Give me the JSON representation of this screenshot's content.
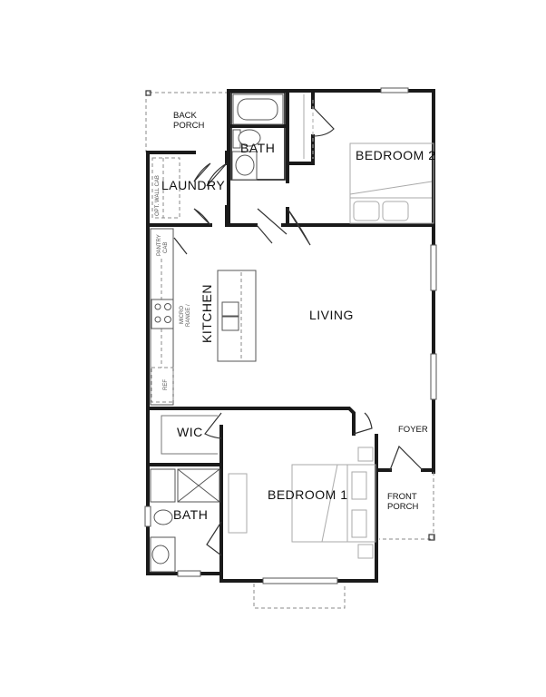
{
  "plan": {
    "rooms": {
      "back_porch": [
        "BACK",
        "PORCH"
      ],
      "bath_upper": "BATH",
      "bedroom_2": "BEDROOM 2",
      "laundry": "LAUNDRY",
      "kitchen": "KITCHEN",
      "living": "LIVING",
      "wic": "WIC",
      "bedroom_1": "BEDROOM 1",
      "bath_lower": "BATH",
      "foyer": "FOYER",
      "front_porch": [
        "FRONT",
        "PORCH"
      ]
    },
    "fixtures": {
      "opt_wall_cab": "OPT. WALL CAB",
      "pantry_cab": [
        "PANTRY",
        "CAB"
      ],
      "micro_range": [
        "MICRO",
        "RANGE /"
      ],
      "ref": "REF"
    }
  }
}
